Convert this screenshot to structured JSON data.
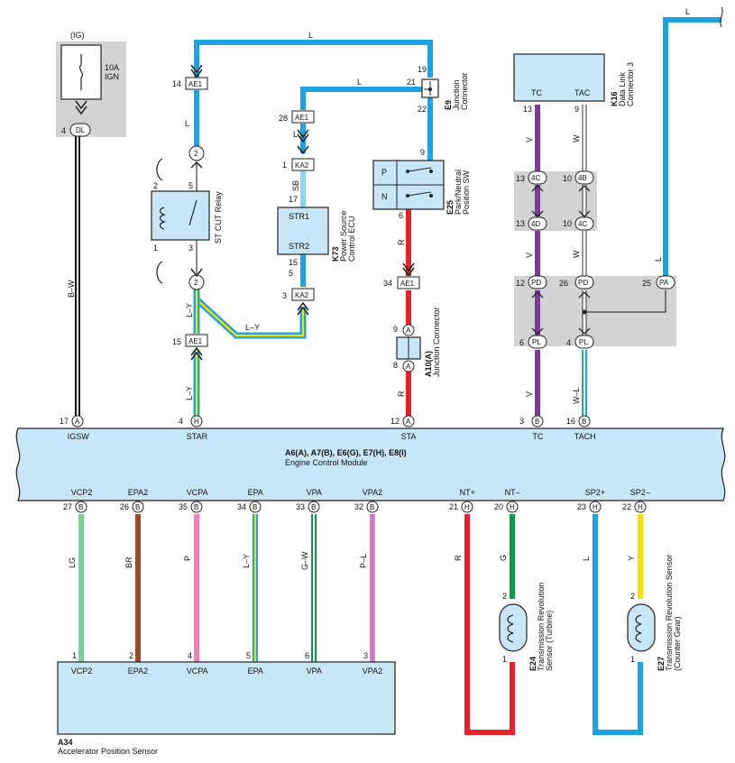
{
  "colors": {
    "blue": "#1fa3e0",
    "red": "#e8202a",
    "purple": "#7b3c99",
    "green": "#0c9a4a",
    "yellow": "#f7e000",
    "light_green": "#7fcf9b",
    "brown": "#9a4a2a",
    "pink": "#ef7fb7",
    "module_fill": "#c8e6f7"
  },
  "fuse": {
    "ig": "(IG)",
    "rating": "10A",
    "name": "IGN",
    "pin_num": "4",
    "connector": "DL"
  },
  "wires": {
    "bw": "B–W",
    "l": "L",
    "ly": "L–Y",
    "sb": "SB",
    "r": "R",
    "v": "V",
    "w": "W",
    "wl": "W–L",
    "lg": "LG",
    "br": "BR",
    "p": "P",
    "gw": "G–W",
    "pl": "P–L",
    "g": "G",
    "y": "Y"
  },
  "relay": {
    "label": "ST CUT Relay",
    "pins": [
      "2",
      "5",
      "1",
      "3"
    ]
  },
  "connectors": {
    "ae1": "AE1",
    "ka2": "KA2",
    "pin2": "2",
    "a": "A",
    "b": "B",
    "h": "H",
    "c4c": "4C",
    "c4b": "4B",
    "c4d": "4D",
    "pd": "PD",
    "pl": "PL",
    "pa": "PA"
  },
  "pins": {
    "p14": "14",
    "p15": "15",
    "p28": "28",
    "p1": "1",
    "p17": "17",
    "p3": "3",
    "p19": "19",
    "p21": "21",
    "p22": "22",
    "p9": "9",
    "p6": "6",
    "p34": "34",
    "p8": "8",
    "p13": "13",
    "p10": "10",
    "p12": "12",
    "p26": "26",
    "p25": "25",
    "p4": "4",
    "p16": "16",
    "p5": "5"
  },
  "power_ecu": {
    "str1": "STR1",
    "str2": "STR2",
    "code": "K73",
    "name": "Power Source Control ECU",
    "line1": "Power Source",
    "line2": "Control ECU"
  },
  "junction_e9": {
    "code": "E9",
    "line1": "Junction",
    "line2": "Connector"
  },
  "park_sw": {
    "p": "P",
    "n": "N",
    "code": "E25",
    "line1": "Park/Neutral",
    "line2": "Position SW"
  },
  "junction_a10": {
    "code": "A10(A)",
    "name": "Junction Connector"
  },
  "dlc": {
    "tc": "TC",
    "tac": "TAC",
    "code": "K16",
    "line1": "Data Link",
    "line2": "Connector 3"
  },
  "ecm": {
    "title": "A6(A), A7(B), E6(G), E7(H), E8(I)",
    "name": "Engine Control Module",
    "top_terminals": [
      {
        "pin": "17",
        "conn": "A",
        "name": "IGSW"
      },
      {
        "pin": "4",
        "conn": "H",
        "name": "STAR"
      },
      {
        "pin": "12",
        "conn": "A",
        "name": "STA"
      },
      {
        "pin": "3",
        "conn": "B",
        "name": "TC"
      },
      {
        "pin": "16",
        "conn": "B",
        "name": "TACH"
      }
    ],
    "bottom_terminals": [
      {
        "pin": "27",
        "conn": "B",
        "name": "VCP2"
      },
      {
        "pin": "26",
        "conn": "B",
        "name": "EPA2"
      },
      {
        "pin": "35",
        "conn": "B",
        "name": "VCPA"
      },
      {
        "pin": "34",
        "conn": "B",
        "name": "EPA"
      },
      {
        "pin": "33",
        "conn": "B",
        "name": "VPA"
      },
      {
        "pin": "32",
        "conn": "B",
        "name": "VPA2"
      },
      {
        "pin": "21",
        "conn": "H",
        "name": "NT+"
      },
      {
        "pin": "20",
        "conn": "H",
        "name": "NT–"
      },
      {
        "pin": "23",
        "conn": "H",
        "name": "SP2+"
      },
      {
        "pin": "22",
        "conn": "H",
        "name": "SP2–"
      }
    ]
  },
  "aps": {
    "code": "A34",
    "name": "Accelerator Position Sensor",
    "terminals": [
      {
        "pin": "1",
        "name": "VCP2"
      },
      {
        "pin": "2",
        "name": "EPA2"
      },
      {
        "pin": "4",
        "name": "VCPA"
      },
      {
        "pin": "5",
        "name": "EPA"
      },
      {
        "pin": "6",
        "name": "VPA"
      },
      {
        "pin": "3",
        "name": "VPA2"
      }
    ]
  },
  "e24": {
    "code": "E24",
    "line1": "Transmission Revolution",
    "line2": "Sensor (Turbine)",
    "pin_top": "2",
    "pin_bot": "1"
  },
  "e27": {
    "code": "E27",
    "line1": "Transmission Revolution Sensor",
    "line2": "(Counter Gear)",
    "pin_top": "2",
    "pin_bot": "1"
  }
}
